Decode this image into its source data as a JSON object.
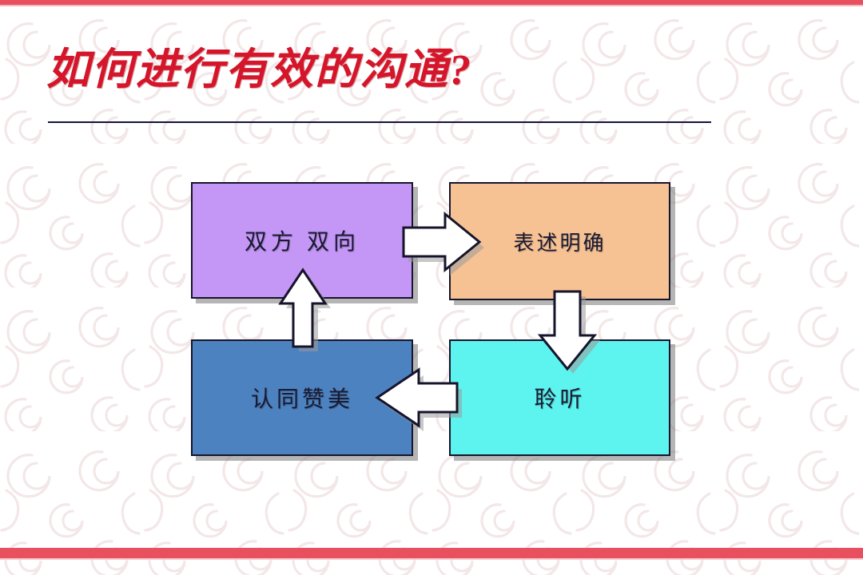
{
  "slide": {
    "title": "如何进行有效的沟通?",
    "title_color": "#d4152a",
    "accent_bar_color": "#e8505f",
    "rule_color": "#141438",
    "background_color": "#ffffff",
    "watermark": "swirl-spiral-pattern"
  },
  "diagram": {
    "type": "cycle-flow",
    "nodes": [
      {
        "id": "two-way",
        "label": "双方  双向",
        "fill": "#c496f5",
        "position": "top-left"
      },
      {
        "id": "clear-expression",
        "label": "表述明确",
        "fill": "#f7c293",
        "position": "top-right"
      },
      {
        "id": "listen",
        "label": "聆听",
        "fill": "#5df3ee",
        "position": "bottom-right"
      },
      {
        "id": "appreciate",
        "label": "认同赞美",
        "fill": "#4c82bf",
        "position": "bottom-left"
      }
    ],
    "arrows": [
      {
        "id": "arrow-right",
        "from": "two-way",
        "to": "clear-expression",
        "direction": "right"
      },
      {
        "id": "arrow-down",
        "from": "clear-expression",
        "to": "listen",
        "direction": "down"
      },
      {
        "id": "arrow-left",
        "from": "listen",
        "to": "appreciate",
        "direction": "left"
      },
      {
        "id": "arrow-up",
        "from": "appreciate",
        "to": "two-way",
        "direction": "up"
      }
    ],
    "arrow_fill": "#ffffff",
    "arrow_stroke": "#16142b",
    "arrow_shadow": "#9a9a9a"
  }
}
